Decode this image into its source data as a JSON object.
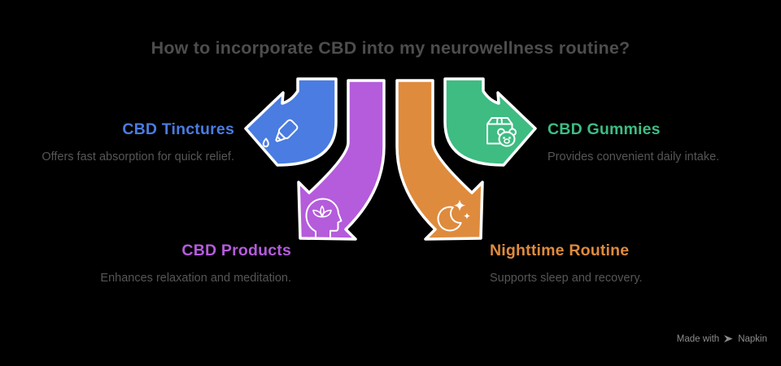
{
  "title": "How to incorporate CBD into my neurowellness routine?",
  "colors": {
    "bg": "#000000",
    "title": "#4d4d4d",
    "desc": "#565656",
    "watermark": "#8c8c8c",
    "outline": "#ffffff",
    "blue": "#4a7ce1",
    "purple": "#b45cdb",
    "green": "#3ebc82",
    "orange": "#df8b3d"
  },
  "items": [
    {
      "id": "cbd-tinctures",
      "label": "CBD Tinctures",
      "desc": "Offers fast absorption for quick relief.",
      "color": "blue",
      "icon": "tincture-dropper-icon"
    },
    {
      "id": "cbd-gummies",
      "label": "CBD Gummies",
      "desc": "Provides convenient daily intake.",
      "color": "green",
      "icon": "gummy-bear-package-icon"
    },
    {
      "id": "cbd-products",
      "label": "CBD Products",
      "desc": "Enhances relaxation and meditation.",
      "color": "purple",
      "icon": "meditation-head-icon"
    },
    {
      "id": "nighttime-routine",
      "label": "Nighttime Routine",
      "desc": "Supports sleep and recovery.",
      "color": "orange",
      "icon": "moon-sparkles-icon"
    }
  ],
  "watermark": {
    "prefix": "Made with",
    "brand": "Napkin",
    "icon": "napkin-pen-icon"
  }
}
